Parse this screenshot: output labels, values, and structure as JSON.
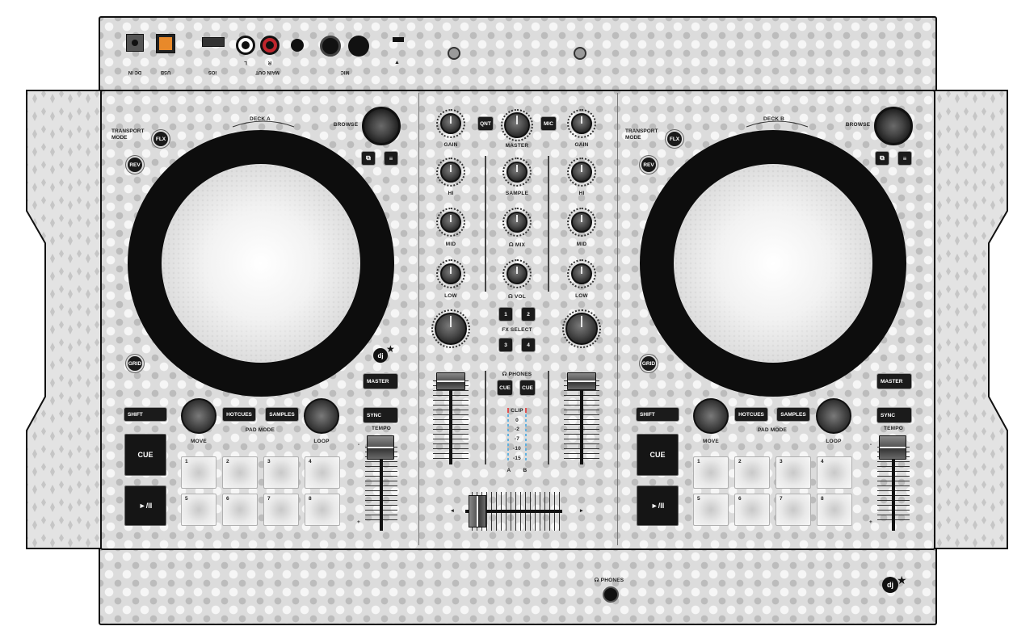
{
  "rear_panel": {
    "dc_in": "DC IN",
    "usb": "USB",
    "ios": "iOS",
    "main_out": "MAIN OUT",
    "main_out_l": "L",
    "main_out_r": "R",
    "mic": "MIC"
  },
  "deck_a": {
    "title": "DECK A",
    "transport_mode": "TRANSPORT\nMODE",
    "flx": "FLX",
    "rev": "REV",
    "browse": "BROWSE",
    "grid": "GRID",
    "master": "MASTER",
    "sync": "SYNC",
    "tempo": "TEMPO",
    "shift": "SHIFT",
    "hotcues": "HOTCUES",
    "samples": "SAMPLES",
    "move": "MOVE",
    "pad_mode": "PAD MODE",
    "loop": "LOOP",
    "cue": "CUE",
    "play": "►/II",
    "pads": [
      "1",
      "2",
      "3",
      "4",
      "5",
      "6",
      "7",
      "8"
    ],
    "tempo_minus": "-",
    "tempo_plus": "+"
  },
  "deck_b": {
    "title": "DECK B",
    "transport_mode": "TRANSPORT\nMODE",
    "flx": "FLX",
    "rev": "REV",
    "browse": "BROWSE",
    "grid": "GRID",
    "master": "MASTER",
    "sync": "SYNC",
    "tempo": "TEMPO",
    "shift": "SHIFT",
    "hotcues": "HOTCUES",
    "samples": "SAMPLES",
    "move": "MOVE",
    "pad_mode": "PAD MODE",
    "loop": "LOOP",
    "cue": "CUE",
    "play": "►/II",
    "pads": [
      "1",
      "2",
      "3",
      "4",
      "5",
      "6",
      "7",
      "8"
    ],
    "tempo_minus": "-",
    "tempo_plus": "+"
  },
  "mixer": {
    "qnt": "QNT",
    "mic": "MIC",
    "master": "MASTER",
    "gain_a": "GAIN",
    "gain_b": "GAIN",
    "hi_a": "HI",
    "hi_b": "HI",
    "sample": "SAMPLE",
    "mid_a": "MID",
    "mid_b": "MID",
    "mix": "☊ MIX",
    "low_a": "LOW",
    "low_b": "LOW",
    "vol": "☊ VOL",
    "fx_buttons": [
      "1",
      "2",
      "3",
      "4"
    ],
    "fx_select": "FX SELECT",
    "phones": "☊ PHONES",
    "cue_a": "CUE",
    "cue_b": "CUE",
    "meter_labels": [
      "CLIP",
      "0",
      "-2",
      "-7",
      "-10",
      "-15"
    ],
    "meter_a": "A",
    "meter_b": "B",
    "xfader_left": "◄",
    "xfader_right": "►"
  },
  "front_panel": {
    "phones": "☊ PHONES"
  },
  "brand": {
    "logo_text": "dj"
  }
}
